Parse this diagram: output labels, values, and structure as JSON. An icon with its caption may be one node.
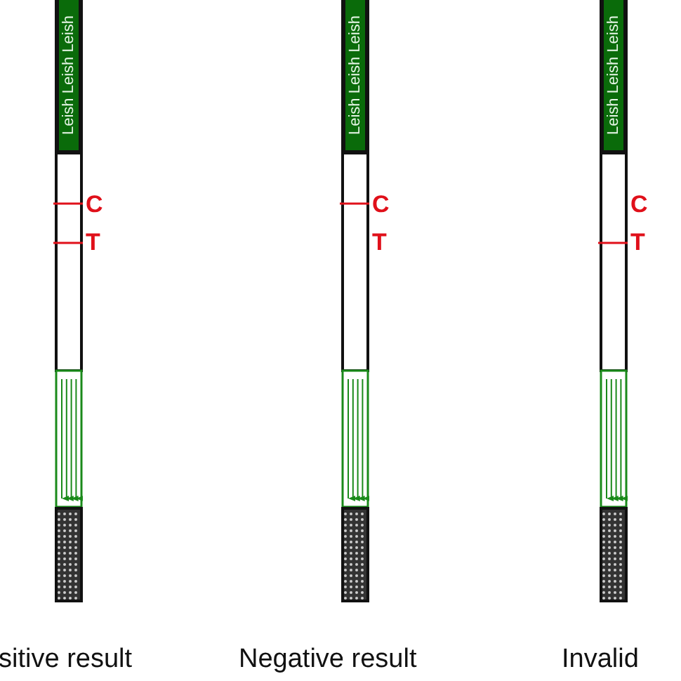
{
  "diagram": {
    "nodes": [
      {
        "text": [
          "Leish Leish Leish"
        ]
      },
      {
        "text": [
          "Leish Leish Leish"
        ]
      },
      {
        "text": [
          "Leish Leish Leish"
        ]
      }
    ],
    "labels": [
      "C",
      "T",
      "C",
      "T",
      "C",
      "T",
      "sitive result",
      "Negative result",
      "Invalid"
    ]
  }
}
